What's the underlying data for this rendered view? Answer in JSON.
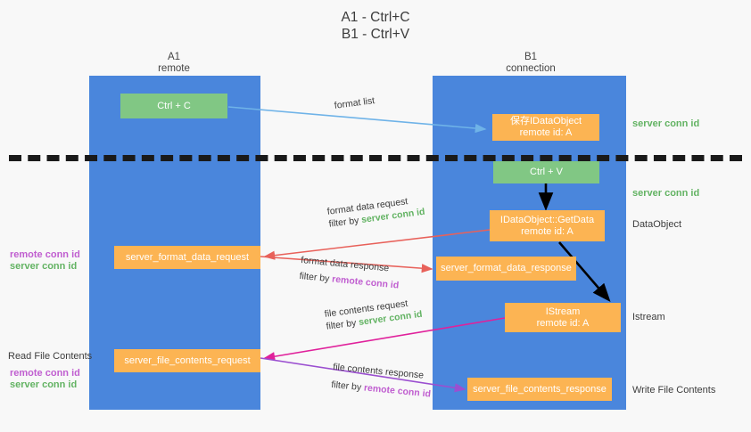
{
  "header": {
    "line1": "A1 - Ctrl+C",
    "line2": "B1 - Ctrl+V"
  },
  "lanes": [
    {
      "name": "A1",
      "sub": "remote"
    },
    {
      "name": "B1",
      "sub": "connection"
    }
  ],
  "boxes": {
    "ctrl_c": {
      "line1": "Ctrl + C",
      "color": "#81c784"
    },
    "save_idataobject": {
      "line1": "保存IDataObject",
      "line2": "remote id: A",
      "color": "#fcb453"
    },
    "ctrl_v": {
      "line1": "Ctrl + V",
      "color": "#81c784"
    },
    "getdata": {
      "line1": "IDataObject::GetData",
      "line2": "remote id: A",
      "color": "#fcb453"
    },
    "istream": {
      "line1": "IStream",
      "line2": "remote id: A",
      "color": "#fcb453"
    },
    "server_format_data_request": {
      "line1": "server_format_data_request",
      "color": "#fcb453"
    },
    "server_format_data_response": {
      "line1": "server_format_data_response",
      "color": "#fcb453"
    },
    "server_file_contents_request": {
      "line1": "server_file_contents_request",
      "color": "#fcb453"
    },
    "server_file_contents_response": {
      "line1": "server_file_contents_response",
      "color": "#fcb453"
    }
  },
  "edge_labels": {
    "format_list": "format list",
    "format_data_request": "format data request",
    "format_data_request_filter_prefix": "filter by ",
    "format_data_request_filter_key": "server conn id",
    "format_data_response": "format data response",
    "format_data_response_filter_prefix": "filter by ",
    "format_data_response_filter_key": "remote conn id",
    "file_contents_request": "file contents request",
    "file_contents_request_filter_prefix": "filter by ",
    "file_contents_request_filter_key": "server conn id",
    "file_contents_response": "file contents response",
    "file_contents_response_filter_prefix": "filter by ",
    "file_contents_response_filter_key": "remote conn id"
  },
  "side_labels": {
    "server_conn_id_top": "server conn id",
    "server_conn_id_mid": "server conn id",
    "dataobject": "DataObject",
    "istream": "Istream",
    "write_file_contents": "Write File Contents"
  },
  "left_labels": {
    "grp1_remote": "remote conn id",
    "grp1_server": "server conn id",
    "read_file_contents": "Read File Contents",
    "grp2_remote": "remote conn id",
    "grp2_server": "server conn id"
  },
  "colors": {
    "lane_blue": "#4a86dc",
    "green_box": "#81c784",
    "orange_box": "#fcb453",
    "green_text": "#63b363",
    "purple_text": "#c05ed0",
    "blue_arrow": "#6fb3e8",
    "red_arrow": "#e8615a",
    "magenta_arrow": "#e0219b",
    "purple_arrow": "#9b4fd0",
    "black_arrow": "#000000"
  }
}
